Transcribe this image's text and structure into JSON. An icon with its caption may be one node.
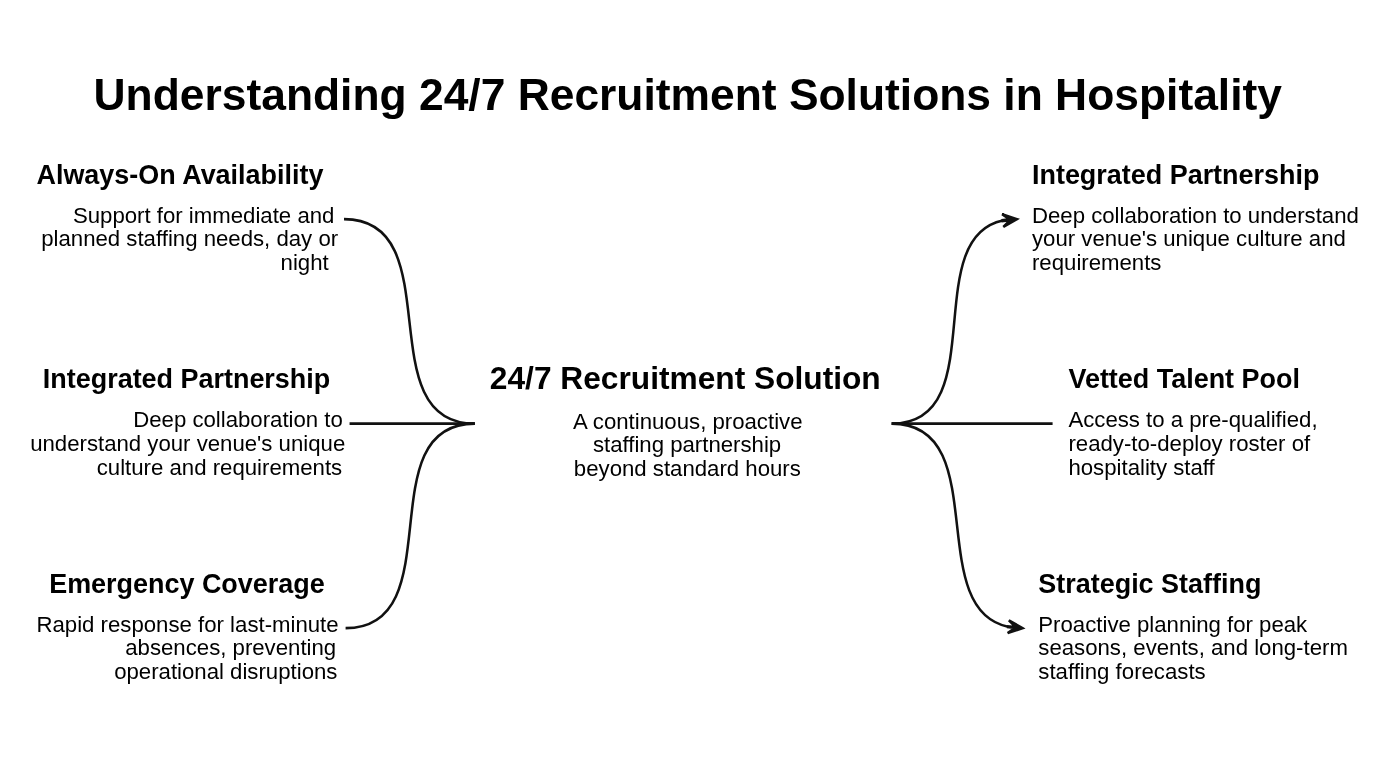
{
  "diagram": {
    "title": "Understanding 24/7 Recruitment Solutions in Hospitality",
    "nodes": [
      {
        "text": [
          "Always-On Availability",
          "Support for immediate and planned staffing needs, day or night"
        ]
      },
      {
        "text": [
          "Integrated Partnership",
          "Deep collaboration to understand your venue's unique culture and requirements"
        ]
      },
      {
        "text": [
          "Emergency Coverage",
          "Rapid response for last-minute absences, preventing operational disruptions"
        ]
      },
      {
        "text": [
          "24/7 Recruitment Solution",
          "A continuous, proactive staffing partnership beyond standard hours"
        ]
      },
      {
        "text": [
          "Integrated Partnership",
          "Deep collaboration to understand your venue's unique culture and requirements"
        ]
      },
      {
        "text": [
          "Vetted Talent Pool",
          "Access to a pre-qualified, ready-to-deploy roster of hospitality staff"
        ]
      },
      {
        "text": [
          "Strategic Staffing",
          "Proactive planning for peak seasons, events, and long-term staffing forecasts"
        ]
      }
    ],
    "edges": [
      {
        "from": 0,
        "to": 3,
        "arrow": "none"
      },
      {
        "from": 1,
        "to": 3,
        "arrow": "none"
      },
      {
        "from": 2,
        "to": 3,
        "arrow": "none"
      },
      {
        "from": 3,
        "to": 4,
        "arrow": "to"
      },
      {
        "from": 3,
        "to": 5,
        "arrow": "none"
      },
      {
        "from": 3,
        "to": 6,
        "arrow": "to"
      }
    ]
  }
}
